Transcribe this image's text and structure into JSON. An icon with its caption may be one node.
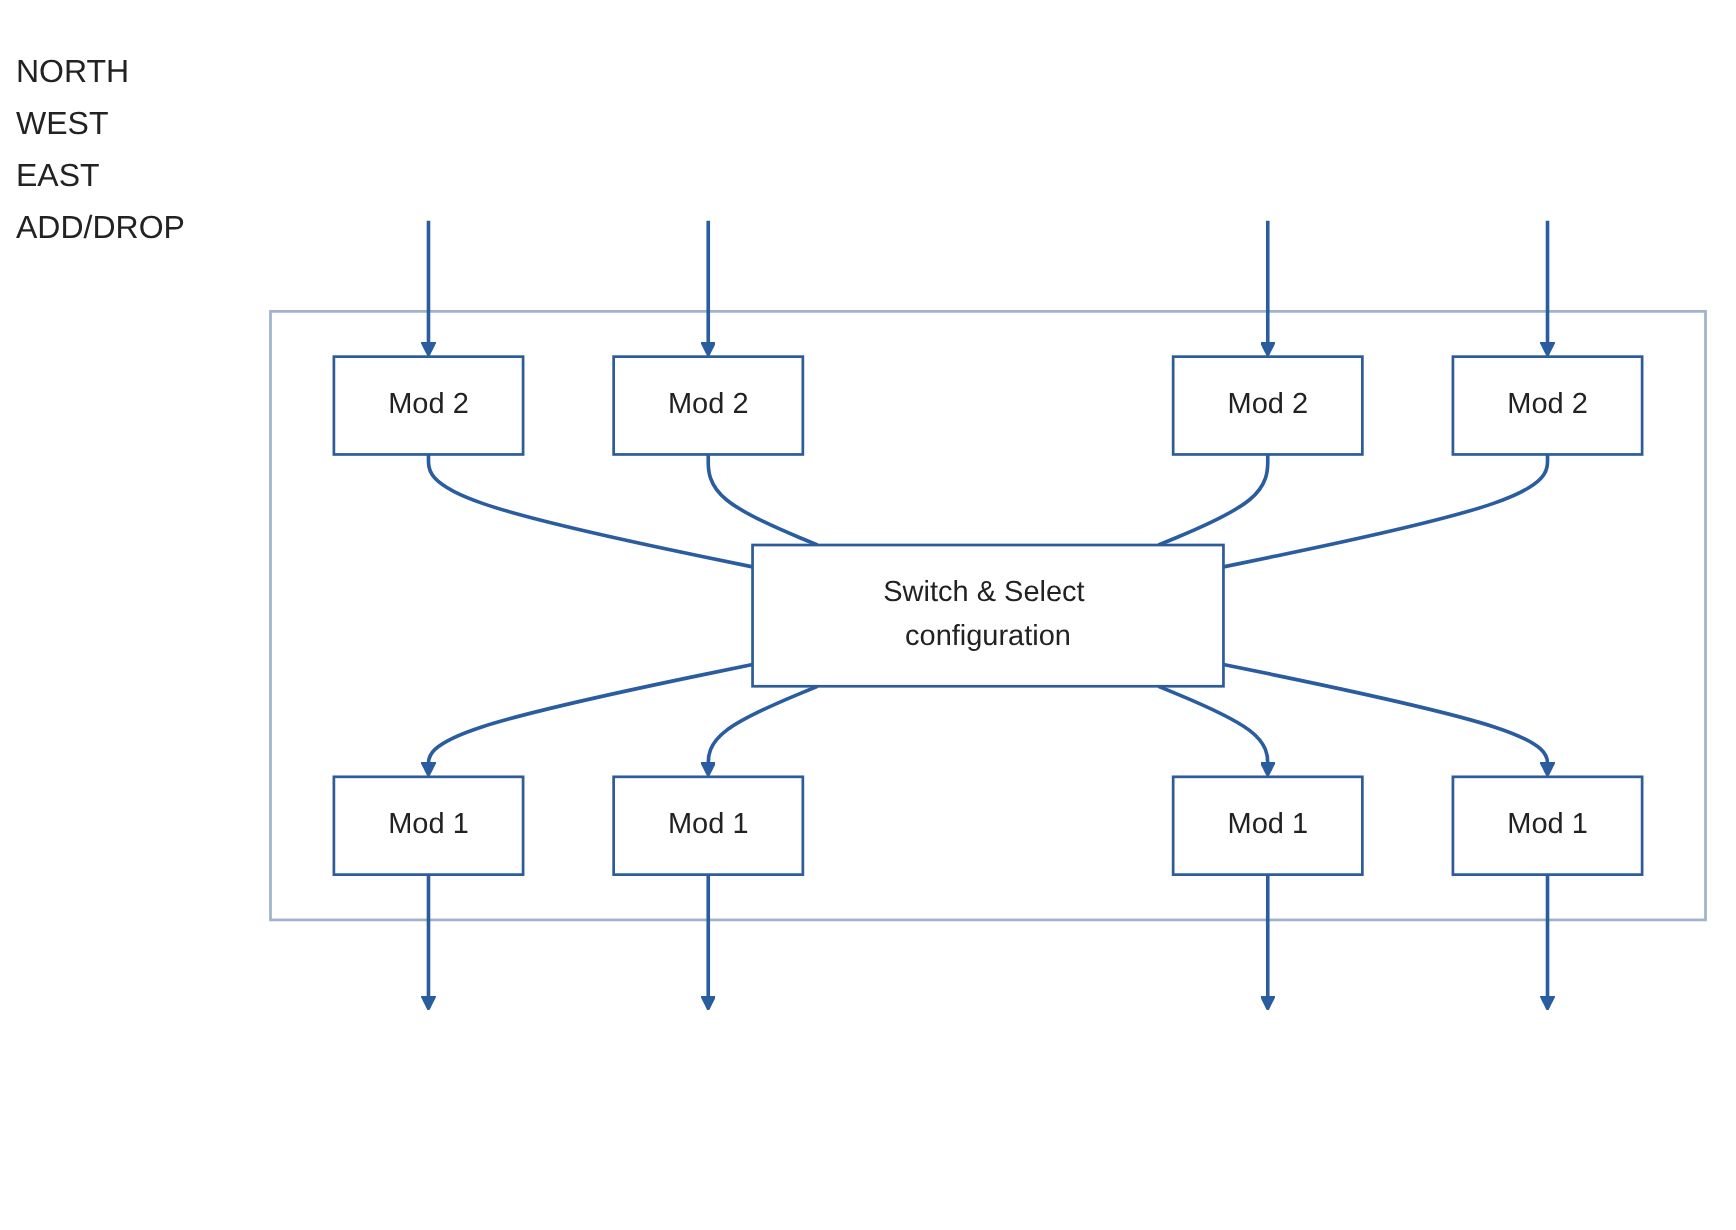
{
  "diagram": {
    "nodes": [
      {
        "text": [],
        "shape": "box"
      },
      {
        "text": [
          "Mod 2"
        ],
        "in": 0
      },
      {
        "text": [
          "Mod 1"
        ],
        "in": 0
      },
      {
        "text": [
          "Mod 1"
        ],
        "in": 0
      },
      {
        "text": [
          "Switch & Select configuration"
        ],
        "in": 0
      },
      {
        "text": [
          "Mod 2"
        ],
        "in": 0
      },
      {
        "text": [
          "Mod 2"
        ],
        "in": 0
      },
      {
        "text": [
          "Mod 1"
        ],
        "in": 0
      },
      {
        "text": [
          "Mod 1"
        ],
        "in": 0
      },
      {
        "text": [
          "Mod 2"
        ],
        "in": 0
      }
    ],
    "edges": [
      {
        "from": null,
        "to": 1,
        "arrow": "to"
      },
      {
        "from": 2,
        "to": null,
        "arrow": "to"
      },
      {
        "from": 3,
        "to": null,
        "arrow": "to"
      },
      {
        "from": null,
        "to": 6,
        "arrow": "to"
      },
      {
        "from": null,
        "to": 5,
        "arrow": "to"
      },
      {
        "from": 7,
        "to": null,
        "arrow": "to"
      },
      {
        "from": 8,
        "to": null,
        "arrow": "to"
      },
      {
        "from": null,
        "to": 9,
        "arrow": "to"
      },
      {
        "from": 1,
        "to": 4,
        "arrow": "none"
      },
      {
        "from": 4,
        "to": 2,
        "arrow": "to"
      },
      {
        "from": 4,
        "to": 3,
        "arrow": "to"
      },
      {
        "from": 6,
        "to": 4,
        "arrow": "none"
      },
      {
        "from": 5,
        "to": 4,
        "arrow": "none"
      },
      {
        "from": 4,
        "to": 7,
        "arrow": "to"
      },
      {
        "from": 4,
        "to": 8,
        "arrow": "to"
      },
      {
        "from": 9,
        "to": 4,
        "arrow": "none"
      }
    ],
    "labels": [
      "NORTH",
      "WEST",
      "EAST",
      "ADD/DROP"
    ]
  }
}
